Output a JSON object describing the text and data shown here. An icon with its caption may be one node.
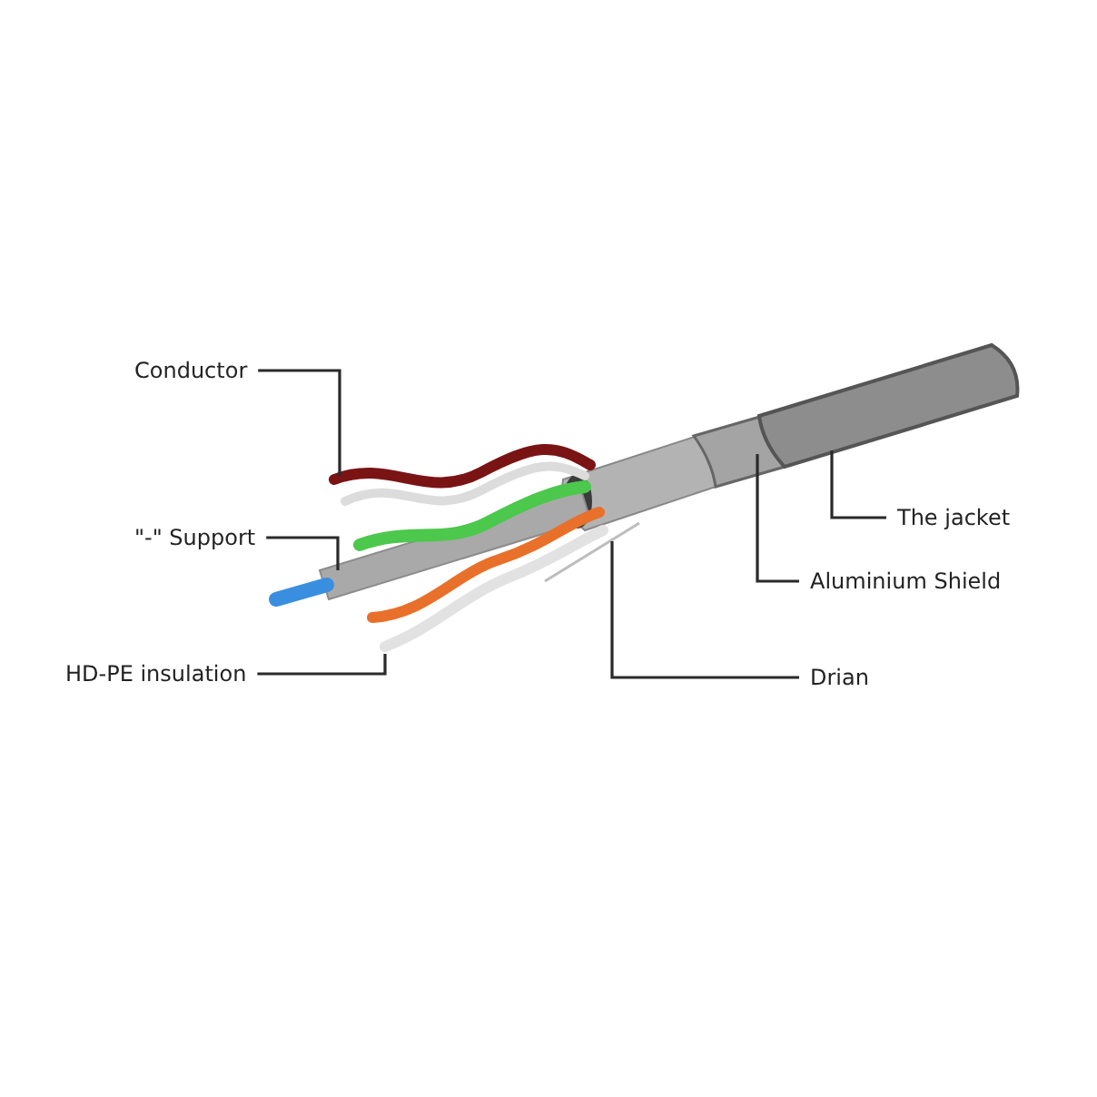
{
  "diagram": {
    "nodes": [
      {
        "text": [
          "Conductor"
        ]
      },
      {
        "text": [
          "\"-\" Support"
        ]
      },
      {
        "text": [
          "HD-PE insulation"
        ]
      },
      {
        "text": [
          "The jacket"
        ]
      },
      {
        "text": [
          "Aluminium Shield"
        ]
      },
      {
        "text": [
          "Drian"
        ]
      },
      {
        "text": [],
        "shape": "picture"
      },
      {
        "text": [],
        "shape": "picture"
      },
      {
        "text": [],
        "shape": "picture"
      },
      {
        "text": [],
        "shape": "picture"
      },
      {
        "text": [],
        "shape": "picture"
      },
      {
        "text": [],
        "shape": "picture"
      }
    ],
    "edges": [
      {
        "from": 0,
        "to": 6,
        "arrow": "none"
      },
      {
        "from": 1,
        "to": 7,
        "arrow": "none"
      },
      {
        "from": 2,
        "to": 8,
        "arrow": "none"
      },
      {
        "from": 3,
        "to": 9,
        "arrow": "none"
      },
      {
        "from": 4,
        "to": 10,
        "arrow": "none"
      },
      {
        "from": 5,
        "to": 11,
        "arrow": "none"
      }
    ]
  }
}
